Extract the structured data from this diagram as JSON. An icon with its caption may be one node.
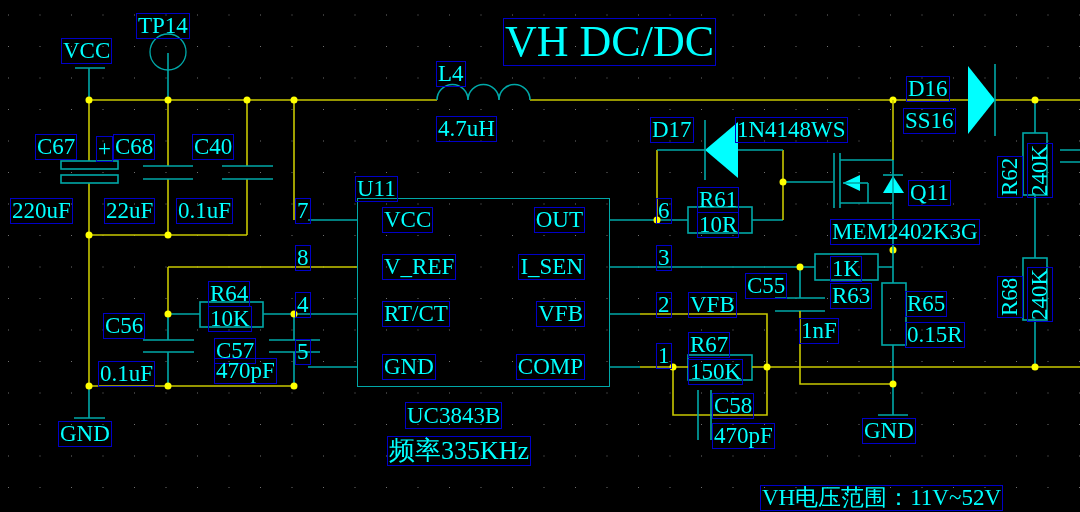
{
  "diagram": {
    "title": "VH DC/DC",
    "nodes": [
      {
        "text": [
          "U11",
          "VCC",
          "OUT",
          "V_REF",
          "I_SEN",
          "RT/CT",
          "VFB",
          "GND",
          "COMP"
        ],
        "beside": [
          "UC3843B",
          "频率335KHz"
        ]
      }
    ],
    "labels": [
      "TP14",
      "VCC",
      "L4",
      "4.7uH",
      "D16",
      "SS16",
      "D17",
      "1N4148WS",
      "C67",
      "+",
      "C68",
      "C40",
      "Q11",
      "R62",
      "240K",
      "220uF",
      "22uF",
      "0.1uF",
      "7",
      "6",
      "R61",
      "10R",
      "MEM2402K3G",
      "8",
      "3",
      "1K",
      "R64",
      "C55",
      "R63",
      "R68",
      "240K",
      "10K",
      "4",
      "2",
      "VFB",
      "R65",
      "C56",
      "0.1uF",
      "C57",
      "5",
      "0.15R",
      "470pF",
      "1",
      "R67",
      "150K",
      "1nF",
      "C58",
      "GND",
      "470pF",
      "GND",
      "VH电压范围：11V~52V"
    ]
  }
}
